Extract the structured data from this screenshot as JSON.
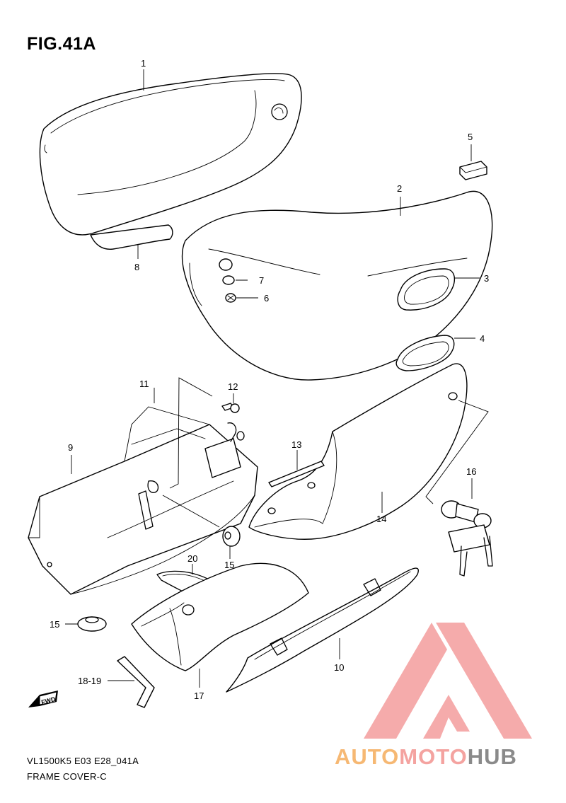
{
  "figure": {
    "title": "FIG.41A",
    "footer_code": "VL1500K5 E03 E28_041A",
    "footer_name": "FRAME COVER-C"
  },
  "direction_badge": {
    "text": "FWD"
  },
  "callouts": [
    {
      "id": "c1",
      "label": "1"
    },
    {
      "id": "c2",
      "label": "2"
    },
    {
      "id": "c3",
      "label": "3"
    },
    {
      "id": "c4",
      "label": "4"
    },
    {
      "id": "c5",
      "label": "5"
    },
    {
      "id": "c6",
      "label": "6"
    },
    {
      "id": "c7",
      "label": "7"
    },
    {
      "id": "c8",
      "label": "8"
    },
    {
      "id": "c9",
      "label": "9"
    },
    {
      "id": "c10",
      "label": "10"
    },
    {
      "id": "c11",
      "label": "11"
    },
    {
      "id": "c12",
      "label": "12"
    },
    {
      "id": "c13",
      "label": "13"
    },
    {
      "id": "c14",
      "label": "14"
    },
    {
      "id": "c15a",
      "label": "15"
    },
    {
      "id": "c15b",
      "label": "15"
    },
    {
      "id": "c16",
      "label": "16"
    },
    {
      "id": "c17",
      "label": "17"
    },
    {
      "id": "c18",
      "label": "18-19"
    },
    {
      "id": "c20",
      "label": "20"
    }
  ],
  "watermark": {
    "word_a": "AUTO",
    "word_b": "MOTO",
    "word_c": "HUB",
    "color_a": "#f6b873",
    "color_b": "#f4a3a0",
    "color_c": "#8a8a8a",
    "triangle_color": "#f28f8f"
  }
}
